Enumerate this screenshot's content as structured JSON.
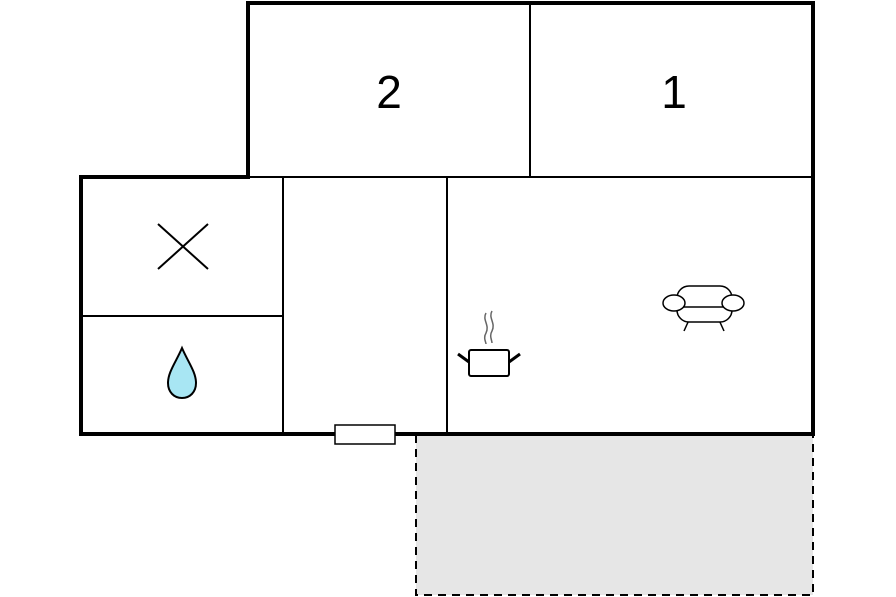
{
  "floorplan": {
    "rooms": [
      {
        "id": "bedroom-2",
        "label": "2"
      },
      {
        "id": "bedroom-1",
        "label": "1"
      },
      {
        "id": "utility",
        "label": ""
      },
      {
        "id": "bathroom",
        "label": ""
      },
      {
        "id": "hallway",
        "label": ""
      },
      {
        "id": "living-kitchen",
        "label": ""
      }
    ],
    "icons": [
      {
        "name": "utility-x-icon"
      },
      {
        "name": "water-drop-icon"
      },
      {
        "name": "cooking-pot-icon"
      },
      {
        "name": "sofa-icon"
      },
      {
        "name": "entrance-door-icon"
      }
    ],
    "terrace": {
      "style": "dashed"
    },
    "colors": {
      "wall": "#000000",
      "terrace_fill": "#e6e6e6",
      "water": "#a8e6f3"
    }
  }
}
